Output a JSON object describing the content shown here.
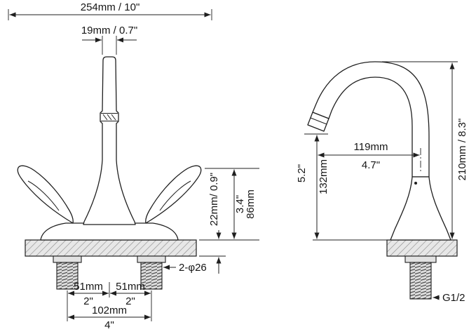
{
  "front_view": {
    "overall_width": "254mm / 10\"",
    "spout_top_width": "19mm / 0.7\"",
    "handle_height_mm": "86mm",
    "handle_height_in": "3.4\"",
    "deck_thickness": "22mm/ 0.9\"",
    "hole_callout": "2-φ26",
    "left_hole_spacing_mm": "51mm",
    "left_hole_spacing_in": "2\"",
    "right_hole_spacing_mm": "51mm",
    "right_hole_spacing_in": "2\"",
    "hole_centers_mm": "102mm",
    "hole_centers_in": "4\""
  },
  "side_view": {
    "overall_height": "210mm / 8.3\"",
    "spout_reach_mm": "119mm",
    "spout_reach_in": "4.7\"",
    "spout_height_mm": "132mm",
    "spout_height_in": "5.2\"",
    "inlet_thread": "G1/2"
  }
}
